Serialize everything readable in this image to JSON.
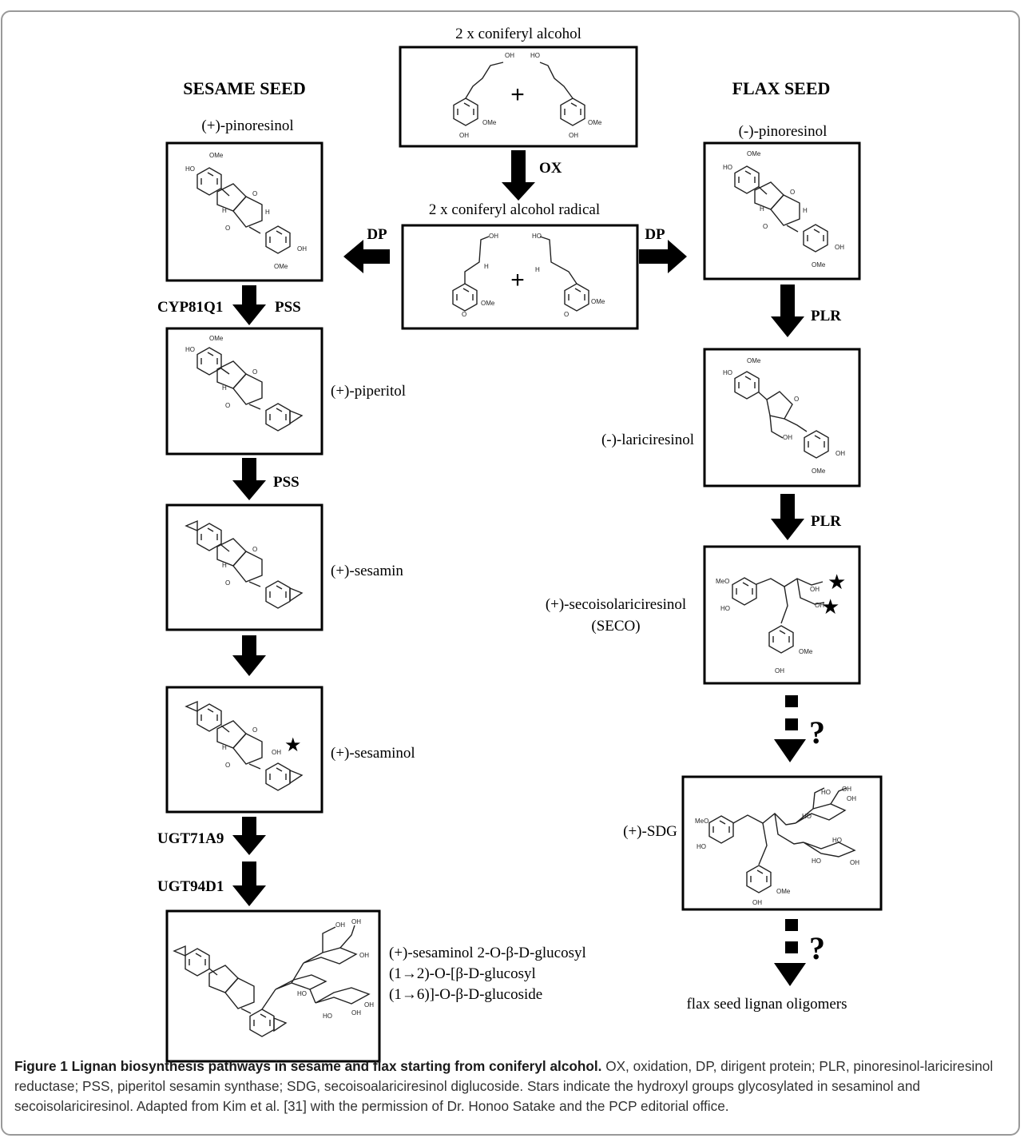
{
  "headers": {
    "sesame": "SESAME SEED",
    "flax": "FLAX SEED"
  },
  "compounds": {
    "coniferyl_alcohol": "2 x coniferyl alcohol",
    "coniferyl_radical": "2 x coniferyl alcohol radical",
    "plus": "+",
    "pinoresinol_plus": "(+)-pinoresinol",
    "pinoresinol_minus": "(-)-pinoresinol",
    "piperitol": "(+)-piperitol",
    "sesamin": "(+)-sesamin",
    "sesaminol": "(+)-sesaminol",
    "sesaminol_glucoside_l1": "(+)-sesaminol 2-O-β-D-glucosyl",
    "sesaminol_glucoside_l2": "(1→2)-O-[β-D-glucosyl",
    "sesaminol_glucoside_l3": "(1→6)]-O-β-D-glucoside",
    "lariciresinol": "(-)-lariciresinol",
    "seco_l1": "(+)-secoisolariciresinol",
    "seco_l2": "(SECO)",
    "sdg": "(+)-SDG",
    "oligomers": "flax seed lignan oligomers"
  },
  "enzymes": {
    "ox": "OX",
    "dp_left": "DP",
    "dp_right": "DP",
    "cyp": "CYP81Q1",
    "pss1": "PSS",
    "pss2": "PSS",
    "ugt1": "UGT71A9",
    "ugt2": "UGT94D1",
    "plr1": "PLR",
    "plr2": "PLR",
    "unknown": "?"
  },
  "atoms": {
    "oh": "OH",
    "ho": "HO",
    "ome": "OMe",
    "meo": "MeO",
    "h": "H",
    "o": "O",
    "star": "★"
  },
  "caption": {
    "title": "Figure 1 Lignan biosynthesis pathways in sesame and flax starting from coniferyl alcohol.",
    "body": " OX, oxidation, DP, dirigent protein; PLR, pinoresinol-lariciresinol reductase; PSS, piperitol sesamin synthase; SDG, secoisoalariciresinol diglucoside. Stars indicate the hydroxyl groups glycosylated in sesaminol and secoisolariciresinol. Adapted from Kim et al. [31] with the permission of Dr. Honoo Satake and the PCP editorial office."
  }
}
